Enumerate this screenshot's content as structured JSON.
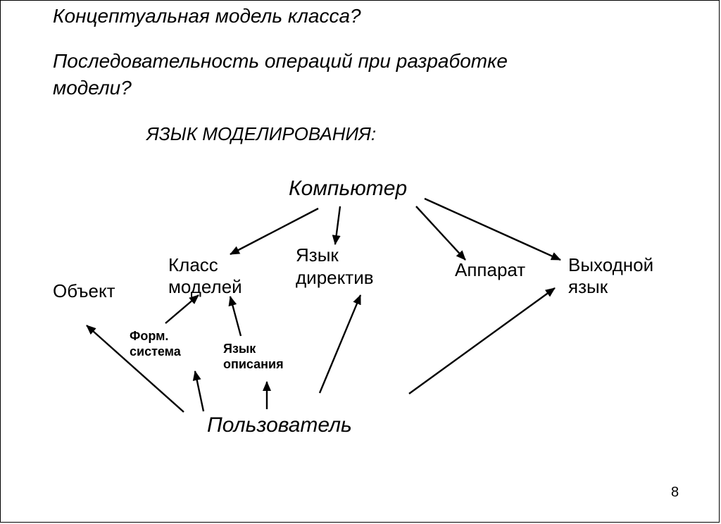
{
  "slide": {
    "heading_line1": "Концептуальная модель класса?",
    "heading_line2": "Последовательность операций при разработке",
    "heading_line3": "модели?",
    "subtitle": "ЯЗЫК МОДЕЛИРОВАНИЯ:",
    "page_number": "8"
  },
  "diagram": {
    "nodes": {
      "computer": "Компьютер",
      "object": "Объект",
      "class_models": "Класс моделей",
      "directive_lang": "Язык директив",
      "hardware": "Аппарат",
      "output_lang": "Выходной язык",
      "formal_system": "Форм. система",
      "description_lang": "Язык описания",
      "user": "Пользователь"
    },
    "edges": [
      {
        "from": "computer",
        "to": "class_models"
      },
      {
        "from": "computer",
        "to": "directive_lang"
      },
      {
        "from": "computer",
        "to": "hardware"
      },
      {
        "from": "computer",
        "to": "output_lang"
      },
      {
        "from": "user",
        "to": "object"
      },
      {
        "from": "user",
        "to": "formal_system"
      },
      {
        "from": "user",
        "to": "description_lang"
      },
      {
        "from": "user",
        "to": "directive_lang"
      },
      {
        "from": "user",
        "to": "output_lang"
      },
      {
        "from": "formal_system",
        "to": "class_models"
      },
      {
        "from": "description_lang",
        "to": "class_models"
      }
    ]
  }
}
